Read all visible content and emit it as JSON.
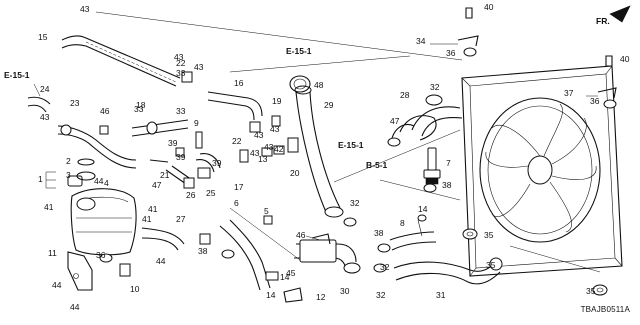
{
  "diagram_code": "TBAJB0511A",
  "direction_label": "FR.",
  "section_refs": [
    "E-15-1",
    "E-15-1",
    "E-15-1",
    "B-5-1"
  ],
  "callouts": [
    "1",
    "2",
    "3",
    "4",
    "5",
    "6",
    "7",
    "8",
    "9",
    "10",
    "11",
    "12",
    "13",
    "14",
    "14",
    "14",
    "15",
    "16",
    "17",
    "18",
    "19",
    "20",
    "21",
    "22",
    "22",
    "23",
    "24",
    "25",
    "26",
    "27",
    "28",
    "29",
    "30",
    "31",
    "32",
    "32",
    "32",
    "32",
    "33",
    "33",
    "33",
    "34",
    "35",
    "35",
    "35",
    "36",
    "36",
    "36",
    "37",
    "38",
    "38",
    "38",
    "39",
    "39",
    "39",
    "40",
    "40",
    "41",
    "41",
    "41",
    "42",
    "43",
    "43",
    "43",
    "43",
    "43",
    "43",
    "43",
    "43",
    "44",
    "44",
    "44",
    "44",
    "45",
    "46",
    "46",
    "47",
    "47",
    "48"
  ]
}
